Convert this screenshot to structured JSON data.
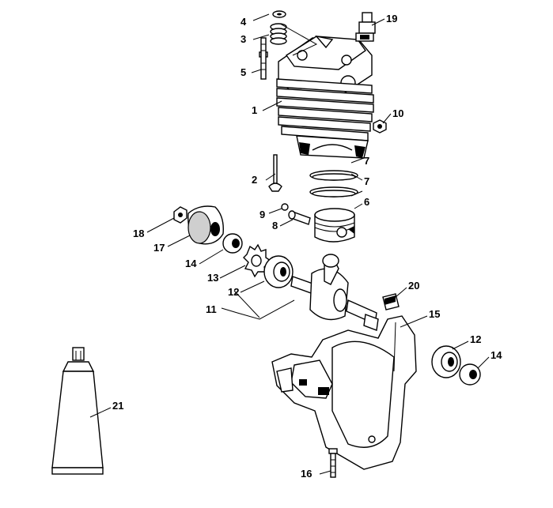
{
  "parts": [
    {
      "id": "part-1",
      "label": "1"
    },
    {
      "id": "part-2",
      "label": "2"
    },
    {
      "id": "part-3",
      "label": "3"
    },
    {
      "id": "part-4",
      "label": "4"
    },
    {
      "id": "part-5",
      "label": "5"
    },
    {
      "id": "part-6",
      "label": "6"
    },
    {
      "id": "part-7a",
      "label": "7"
    },
    {
      "id": "part-7b",
      "label": "7"
    },
    {
      "id": "part-8",
      "label": "8"
    },
    {
      "id": "part-9",
      "label": "9"
    },
    {
      "id": "part-10",
      "label": "10"
    },
    {
      "id": "part-11",
      "label": "11"
    },
    {
      "id": "part-12a",
      "label": "12"
    },
    {
      "id": "part-12b",
      "label": "12"
    },
    {
      "id": "part-13",
      "label": "13"
    },
    {
      "id": "part-14a",
      "label": "14"
    },
    {
      "id": "part-14b",
      "label": "14"
    },
    {
      "id": "part-15",
      "label": "15"
    },
    {
      "id": "part-16",
      "label": "16"
    },
    {
      "id": "part-17",
      "label": "17"
    },
    {
      "id": "part-18",
      "label": "18"
    },
    {
      "id": "part-19",
      "label": "19"
    },
    {
      "id": "part-20",
      "label": "20"
    },
    {
      "id": "part-21",
      "label": "21"
    }
  ]
}
